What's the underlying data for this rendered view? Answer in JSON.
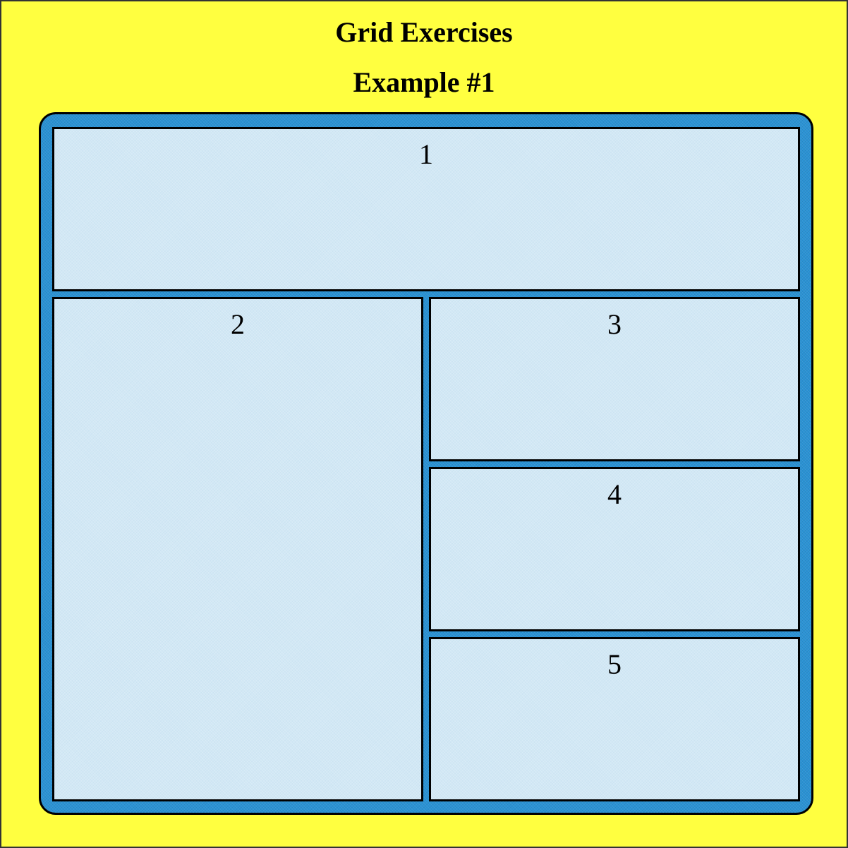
{
  "header": {
    "title": "Grid Exercises",
    "subtitle": "Example #1"
  },
  "grid": {
    "items": [
      {
        "label": "1"
      },
      {
        "label": "2"
      },
      {
        "label": "3"
      },
      {
        "label": "4"
      },
      {
        "label": "5"
      }
    ]
  },
  "colors": {
    "page_background": "#ffff40",
    "container_background": "#2a92d4",
    "cell_background": "#d2e8f5",
    "border": "#000000"
  }
}
